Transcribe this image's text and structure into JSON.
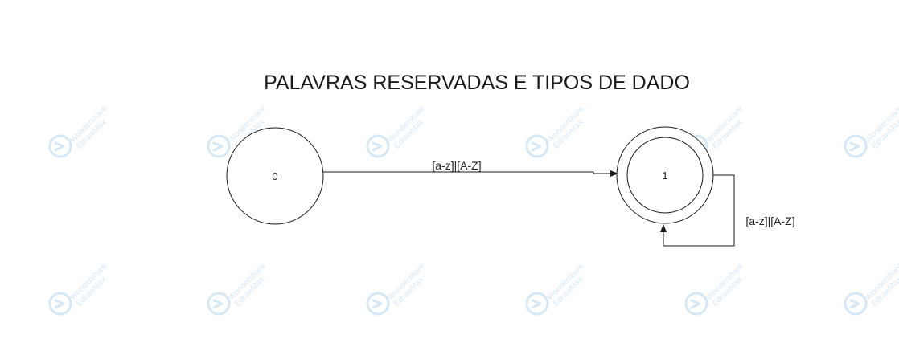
{
  "diagram": {
    "title": "PALAVRAS RESERVADAS E TIPOS DE DADO",
    "states": [
      {
        "id": "0",
        "label": "0",
        "accepting": false
      },
      {
        "id": "1",
        "label": "1",
        "accepting": true
      }
    ],
    "transitions": [
      {
        "from": "0",
        "to": "1",
        "label": "[a-z]|[A-Z]"
      },
      {
        "from": "1",
        "to": "1",
        "label": "[a-z]|[A-Z]"
      }
    ]
  },
  "watermark": {
    "line1": "Wondershare",
    "line2": "EdrawMax",
    "color": "#cfe3f4"
  },
  "colors": {
    "stroke": "#1a1a1a",
    "background": "#ffffff"
  }
}
